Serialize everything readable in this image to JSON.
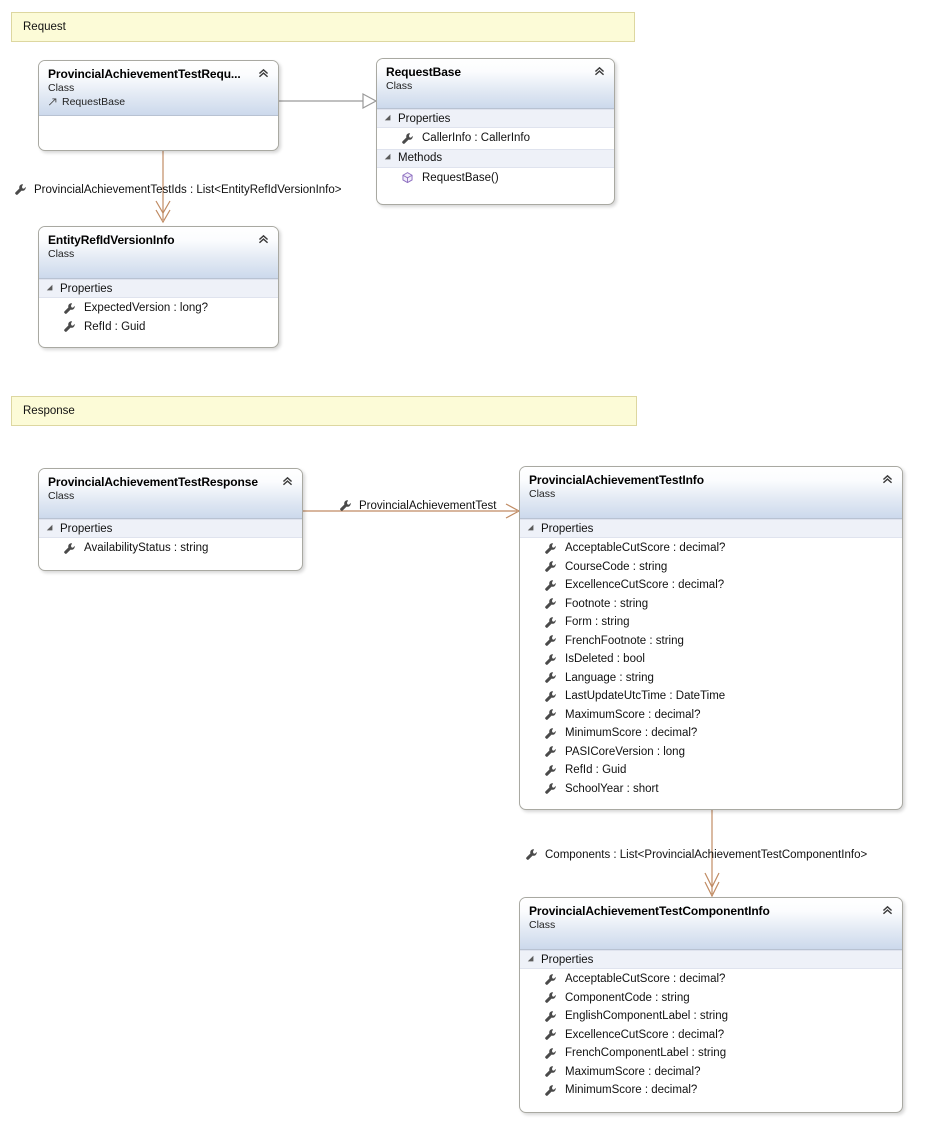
{
  "diagram": {
    "type": "uml-class-diagram",
    "banners": [
      {
        "label": "Request"
      },
      {
        "label": "Response"
      }
    ],
    "classes": [
      {
        "id": "provincial-achievement-test-request",
        "title": "ProvincialAchievementTestRequ...",
        "stereotype": "Class",
        "base": "RequestBase",
        "sections": []
      },
      {
        "id": "request-base",
        "title": "RequestBase",
        "stereotype": "Class",
        "sections": [
          {
            "name": "Properties",
            "members": [
              {
                "icon": "property-wrench-icon",
                "text": "CallerInfo : CallerInfo"
              }
            ]
          },
          {
            "name": "Methods",
            "members": [
              {
                "icon": "method-cube-icon",
                "text": "RequestBase()"
              }
            ]
          }
        ]
      },
      {
        "id": "entity-refid-version-info",
        "title": "EntityRefIdVersionInfo",
        "stereotype": "Class",
        "sections": [
          {
            "name": "Properties",
            "members": [
              {
                "icon": "property-wrench-icon",
                "text": "ExpectedVersion : long?"
              },
              {
                "icon": "property-wrench-icon",
                "text": "RefId : Guid"
              }
            ]
          }
        ]
      },
      {
        "id": "provincial-achievement-test-response",
        "title": "ProvincialAchievementTestResponse",
        "stereotype": "Class",
        "sections": [
          {
            "name": "Properties",
            "members": [
              {
                "icon": "property-wrench-icon",
                "text": "AvailabilityStatus : string"
              }
            ]
          }
        ]
      },
      {
        "id": "provincial-achievement-test-info",
        "title": "ProvincialAchievementTestInfo",
        "stereotype": "Class",
        "sections": [
          {
            "name": "Properties",
            "members": [
              {
                "icon": "property-wrench-icon",
                "text": "AcceptableCutScore : decimal?"
              },
              {
                "icon": "property-wrench-icon",
                "text": "CourseCode : string"
              },
              {
                "icon": "property-wrench-icon",
                "text": "ExcellenceCutScore : decimal?"
              },
              {
                "icon": "property-wrench-icon",
                "text": "Footnote : string"
              },
              {
                "icon": "property-wrench-icon",
                "text": "Form : string"
              },
              {
                "icon": "property-wrench-icon",
                "text": "FrenchFootnote : string"
              },
              {
                "icon": "property-wrench-icon",
                "text": "IsDeleted : bool"
              },
              {
                "icon": "property-wrench-icon",
                "text": "Language : string"
              },
              {
                "icon": "property-wrench-icon",
                "text": "LastUpdateUtcTime : DateTime"
              },
              {
                "icon": "property-wrench-icon",
                "text": "MaximumScore : decimal?"
              },
              {
                "icon": "property-wrench-icon",
                "text": "MinimumScore : decimal?"
              },
              {
                "icon": "property-wrench-icon",
                "text": "PASICoreVersion : long"
              },
              {
                "icon": "property-wrench-icon",
                "text": "RefId : Guid"
              },
              {
                "icon": "property-wrench-icon",
                "text": "SchoolYear : short"
              }
            ]
          }
        ]
      },
      {
        "id": "provincial-achievement-test-component-info",
        "title": "ProvincialAchievementTestComponentInfo",
        "stereotype": "Class",
        "sections": [
          {
            "name": "Properties",
            "members": [
              {
                "icon": "property-wrench-icon",
                "text": "AcceptableCutScore : decimal?"
              },
              {
                "icon": "property-wrench-icon",
                "text": "ComponentCode : string"
              },
              {
                "icon": "property-wrench-icon",
                "text": "EnglishComponentLabel : string"
              },
              {
                "icon": "property-wrench-icon",
                "text": "ExcellenceCutScore : decimal?"
              },
              {
                "icon": "property-wrench-icon",
                "text": "FrenchComponentLabel : string"
              },
              {
                "icon": "property-wrench-icon",
                "text": "MaximumScore : decimal?"
              },
              {
                "icon": "property-wrench-icon",
                "text": "MinimumScore : decimal?"
              }
            ]
          }
        ]
      }
    ],
    "connectors": [
      {
        "id": "inheritance-request-to-requestbase",
        "kind": "inheritance",
        "from": "provincial-achievement-test-request",
        "to": "request-base",
        "label": ""
      },
      {
        "id": "assoc-test-ids",
        "kind": "association",
        "from": "provincial-achievement-test-request",
        "to": "entity-refid-version-info",
        "label": "ProvincialAchievementTestIds : List<EntityRefIdVersionInfo>"
      },
      {
        "id": "assoc-provincial-achievement-test",
        "kind": "association",
        "from": "provincial-achievement-test-response",
        "to": "provincial-achievement-test-info",
        "label": "ProvincialAchievementTest"
      },
      {
        "id": "assoc-components",
        "kind": "association",
        "from": "provincial-achievement-test-info",
        "to": "provincial-achievement-test-component-info",
        "label": "Components : List<ProvincialAchievementTestComponentInfo>"
      }
    ],
    "colors": {
      "banner_fill": "#fcfbd7",
      "banner_border": "#ddd7a0",
      "class_border": "#a9a9a2",
      "header_gradient_top": "#ffffff",
      "header_gradient_bottom": "#ccd9ec",
      "section_band": "#eef1f8",
      "association_line": "#c08b63",
      "inheritance_line": "#9a9a9a",
      "property_icon": "#4a4a4a",
      "method_icon": "#8e6fc0"
    }
  }
}
